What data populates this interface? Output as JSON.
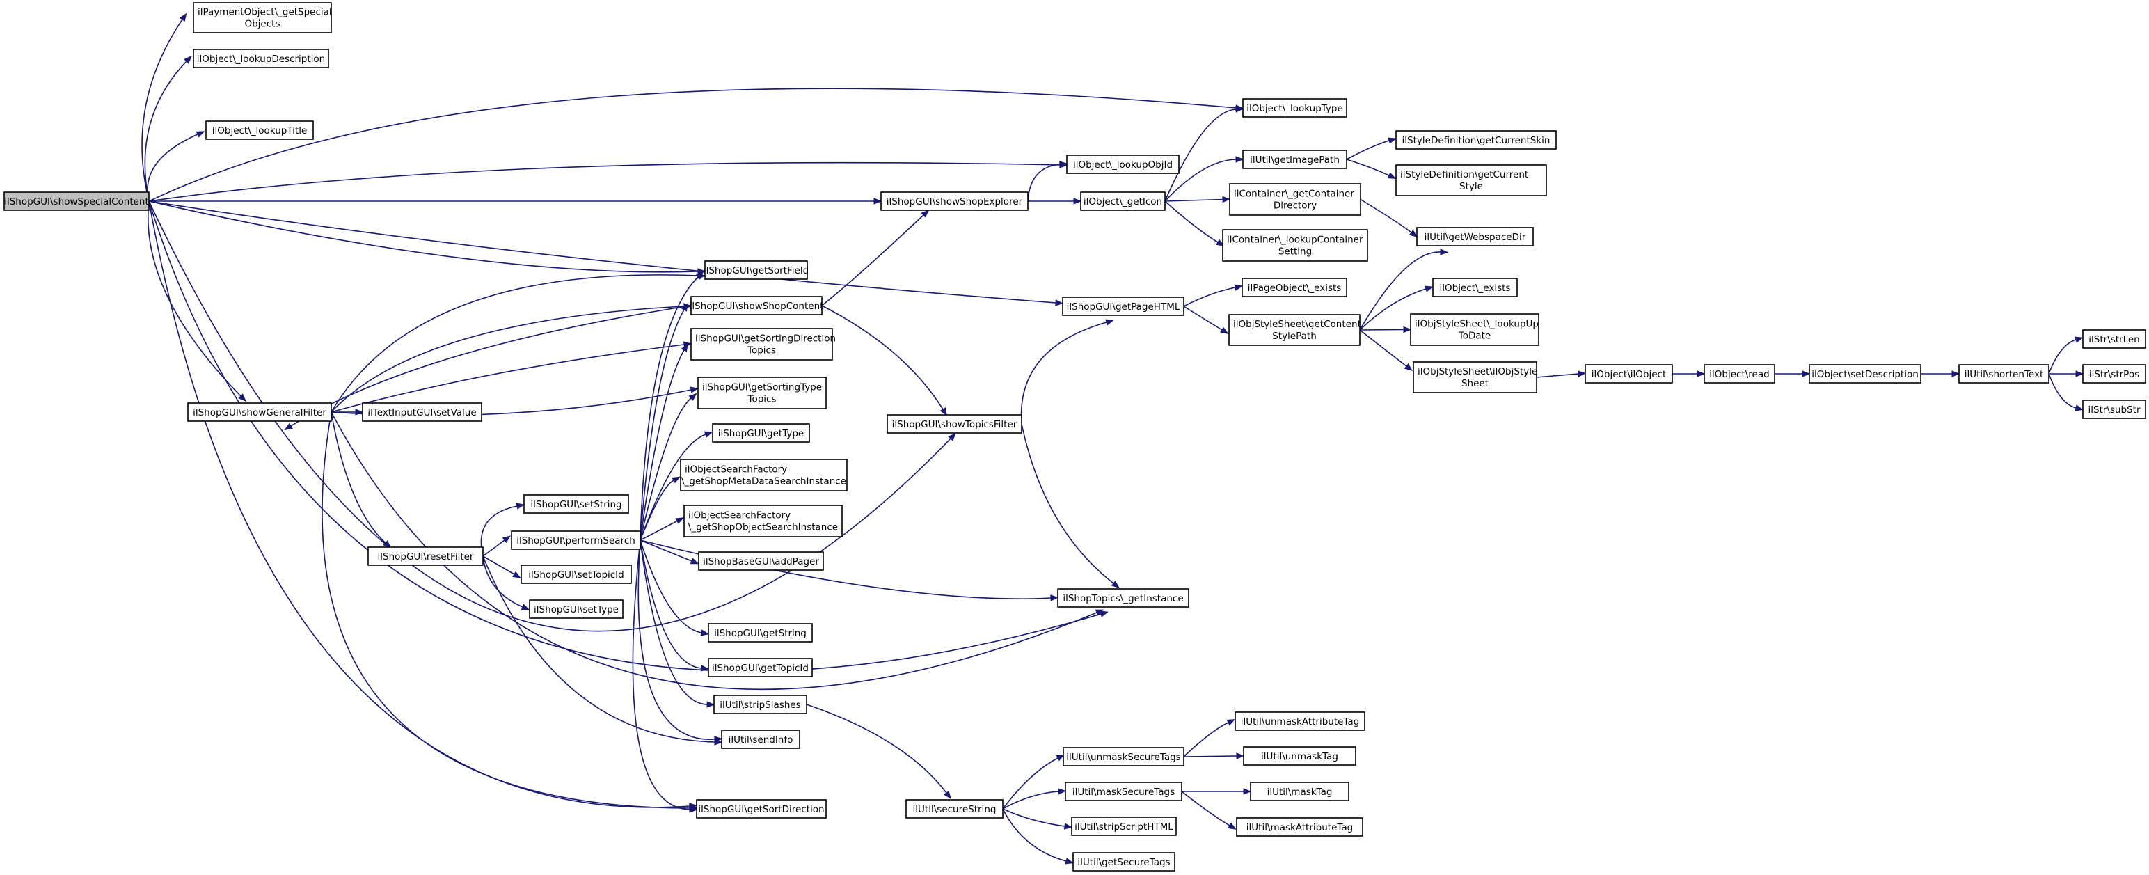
{
  "diagram": {
    "nodes": [
      {
        "id": "root",
        "label": [
          "ilShopGUI\\showSpecialContent"
        ]
      },
      {
        "id": "payget",
        "label": [
          "ilPaymentObject\\_getSpecial",
          "Objects"
        ]
      },
      {
        "id": "lookdesc",
        "label": [
          "ilObject\\_lookupDescription"
        ]
      },
      {
        "id": "looktitle",
        "label": [
          "ilObject\\_lookupTitle"
        ]
      },
      {
        "id": "looktype",
        "label": [
          "ilObject\\_lookupType"
        ]
      },
      {
        "id": "lookobjid",
        "label": [
          "ilObject\\_lookupObjId"
        ]
      },
      {
        "id": "shopexp",
        "label": [
          "ilShopGUI\\showShopExplorer"
        ]
      },
      {
        "id": "geticon",
        "label": [
          "ilObject\\_getIcon"
        ]
      },
      {
        "id": "imgpath",
        "label": [
          "ilUtil\\getImagePath"
        ]
      },
      {
        "id": "curskin",
        "label": [
          "ilStyleDefinition\\getCurrentSkin"
        ]
      },
      {
        "id": "curstyle",
        "label": [
          "ilStyleDefinition\\getCurrent",
          "Style"
        ]
      },
      {
        "id": "contdir",
        "label": [
          "ilContainer\\_getContainer",
          "Directory"
        ]
      },
      {
        "id": "contset",
        "label": [
          "ilContainer\\_lookupContainer",
          "Setting"
        ]
      },
      {
        "id": "webdir",
        "label": [
          "ilUtil\\getWebspaceDir"
        ]
      },
      {
        "id": "sortfield",
        "label": [
          "ilShopGUI\\getSortField"
        ]
      },
      {
        "id": "shopcontent",
        "label": [
          "ilShopGUI\\showShopContent"
        ]
      },
      {
        "id": "sortdirtop",
        "label": [
          "ilShopGUI\\getSortingDirection",
          "Topics"
        ]
      },
      {
        "id": "sorttypetop",
        "label": [
          "ilShopGUI\\getSortingType",
          "Topics"
        ]
      },
      {
        "id": "gettype",
        "label": [
          "ilShopGUI\\getType"
        ]
      },
      {
        "id": "metasearch",
        "label": [
          "ilObjectSearchFactory",
          "\\_getShopMetaDataSearchInstance"
        ]
      },
      {
        "id": "objsearch",
        "label": [
          "ilObjectSearchFactory",
          "\\_getShopObjectSearchInstance"
        ]
      },
      {
        "id": "addpager",
        "label": [
          "ilShopBaseGUI\\addPager"
        ]
      },
      {
        "id": "genfilter",
        "label": [
          "ilShopGUI\\showGeneralFilter"
        ]
      },
      {
        "id": "setvalue",
        "label": [
          "ilTextInputGUI\\setValue"
        ]
      },
      {
        "id": "setstring",
        "label": [
          "ilShopGUI\\setString"
        ]
      },
      {
        "id": "resetfilter",
        "label": [
          "ilShopGUI\\resetFilter"
        ]
      },
      {
        "id": "perfsearch",
        "label": [
          "ilShopGUI\\performSearch"
        ]
      },
      {
        "id": "settopicid",
        "label": [
          "ilShopGUI\\setTopicId"
        ]
      },
      {
        "id": "settype",
        "label": [
          "ilShopGUI\\setType"
        ]
      },
      {
        "id": "getstring",
        "label": [
          "ilShopGUI\\getString"
        ]
      },
      {
        "id": "gettopicid",
        "label": [
          "ilShopGUI\\getTopicId"
        ]
      },
      {
        "id": "stripslashes",
        "label": [
          "ilUtil\\stripSlashes"
        ]
      },
      {
        "id": "sendinfo",
        "label": [
          "ilUtil\\sendInfo"
        ]
      },
      {
        "id": "sortdir",
        "label": [
          "ilShopGUI\\getSortDirection"
        ]
      },
      {
        "id": "topicsfilter",
        "label": [
          "ilShopGUI\\showTopicsFilter"
        ]
      },
      {
        "id": "pagehtml",
        "label": [
          "ilShopGUI\\getPageHTML"
        ]
      },
      {
        "id": "pageexists",
        "label": [
          "ilPageObject\\_exists"
        ]
      },
      {
        "id": "contentstyle",
        "label": [
          "ilObjStyleSheet\\getContent",
          "StylePath"
        ]
      },
      {
        "id": "objexists",
        "label": [
          "ilObject\\_exists"
        ]
      },
      {
        "id": "lookuptodate",
        "label": [
          "ilObjStyleSheet\\_lookupUp",
          "ToDate"
        ]
      },
      {
        "id": "ilobjstyle",
        "label": [
          "ilObjStyleSheet\\ilObjStyle",
          "Sheet"
        ]
      },
      {
        "id": "ilobject",
        "label": [
          "ilObject\\ilObject"
        ]
      },
      {
        "id": "objread",
        "label": [
          "ilObject\\read"
        ]
      },
      {
        "id": "setdesc",
        "label": [
          "ilObject\\setDescription"
        ]
      },
      {
        "id": "shorten",
        "label": [
          "ilUtil\\shortenText"
        ]
      },
      {
        "id": "strlen",
        "label": [
          "ilStr\\strLen"
        ]
      },
      {
        "id": "strpos",
        "label": [
          "ilStr\\strPos"
        ]
      },
      {
        "id": "substr",
        "label": [
          "ilStr\\subStr"
        ]
      },
      {
        "id": "topicsinst",
        "label": [
          "ilShopTopics\\_getInstance"
        ]
      },
      {
        "id": "unmasksecure",
        "label": [
          "ilUtil\\unmaskSecureTags"
        ]
      },
      {
        "id": "unmaskattr",
        "label": [
          "ilUtil\\unmaskAttributeTag"
        ]
      },
      {
        "id": "unmasktag",
        "label": [
          "ilUtil\\unmaskTag"
        ]
      },
      {
        "id": "masksecure",
        "label": [
          "ilUtil\\maskSecureTags"
        ]
      },
      {
        "id": "masktag",
        "label": [
          "ilUtil\\maskTag"
        ]
      },
      {
        "id": "maskattr",
        "label": [
          "ilUtil\\maskAttributeTag"
        ]
      },
      {
        "id": "securestr",
        "label": [
          "ilUtil\\secureString"
        ]
      },
      {
        "id": "stripscript",
        "label": [
          "ilUtil\\stripScriptHTML"
        ]
      },
      {
        "id": "securetags",
        "label": [
          "ilUtil\\getSecureTags"
        ]
      }
    ],
    "edges": [
      [
        "root",
        "payget"
      ],
      [
        "root",
        "lookdesc"
      ],
      [
        "root",
        "looktitle"
      ],
      [
        "root",
        "looktype"
      ],
      [
        "root",
        "lookobjid"
      ],
      [
        "root",
        "shopexp"
      ],
      [
        "root",
        "pagehtml"
      ],
      [
        "root",
        "sortfield"
      ],
      [
        "root",
        "genfilter"
      ],
      [
        "root",
        "topicsinst"
      ],
      [
        "root",
        "sortdir"
      ],
      [
        "root",
        "topicsfilter"
      ],
      [
        "shopexp",
        "lookobjid"
      ],
      [
        "shopexp",
        "geticon"
      ],
      [
        "geticon",
        "looktype"
      ],
      [
        "geticon",
        "imgpath"
      ],
      [
        "geticon",
        "contdir"
      ],
      [
        "geticon",
        "contset"
      ],
      [
        "imgpath",
        "curskin"
      ],
      [
        "imgpath",
        "curstyle"
      ],
      [
        "contdir",
        "webdir"
      ],
      [
        "genfilter",
        "sortfield"
      ],
      [
        "genfilter",
        "shopcontent"
      ],
      [
        "genfilter",
        "sortdirtop"
      ],
      [
        "genfilter",
        "sorttypetop"
      ],
      [
        "genfilter",
        "setvalue"
      ],
      [
        "genfilter",
        "resetfilter"
      ],
      [
        "genfilter",
        "sortdir"
      ],
      [
        "genfilter",
        "topicsinst"
      ],
      [
        "shopcontent",
        "genfilter"
      ],
      [
        "shopcontent",
        "shopexp"
      ],
      [
        "shopcontent",
        "topicsfilter"
      ],
      [
        "resetfilter",
        "setstring"
      ],
      [
        "resetfilter",
        "perfsearch"
      ],
      [
        "resetfilter",
        "settopicid"
      ],
      [
        "resetfilter",
        "settype"
      ],
      [
        "resetfilter",
        "sendinfo"
      ],
      [
        "perfsearch",
        "sortfield"
      ],
      [
        "perfsearch",
        "shopcontent"
      ],
      [
        "perfsearch",
        "sortdirtop"
      ],
      [
        "perfsearch",
        "sorttypetop"
      ],
      [
        "perfsearch",
        "gettype"
      ],
      [
        "perfsearch",
        "metasearch"
      ],
      [
        "perfsearch",
        "objsearch"
      ],
      [
        "perfsearch",
        "addpager"
      ],
      [
        "perfsearch",
        "topicsinst"
      ],
      [
        "perfsearch",
        "getstring"
      ],
      [
        "perfsearch",
        "gettopicid"
      ],
      [
        "perfsearch",
        "stripslashes"
      ],
      [
        "perfsearch",
        "sendinfo"
      ],
      [
        "perfsearch",
        "sortdir"
      ],
      [
        "stripslashes",
        "securestr"
      ],
      [
        "topicsfilter",
        "pagehtml"
      ],
      [
        "topicsfilter",
        "topicsinst"
      ],
      [
        "pagehtml",
        "pageexists"
      ],
      [
        "pagehtml",
        "contentstyle"
      ],
      [
        "contentstyle",
        "webdir"
      ],
      [
        "contentstyle",
        "objexists"
      ],
      [
        "contentstyle",
        "lookuptodate"
      ],
      [
        "contentstyle",
        "ilobjstyle"
      ],
      [
        "ilobjstyle",
        "ilobject"
      ],
      [
        "ilobject",
        "objread"
      ],
      [
        "objread",
        "setdesc"
      ],
      [
        "setdesc",
        "shorten"
      ],
      [
        "shorten",
        "strlen"
      ],
      [
        "shorten",
        "strpos"
      ],
      [
        "shorten",
        "substr"
      ],
      [
        "securestr",
        "unmasksecure"
      ],
      [
        "securestr",
        "masksecure"
      ],
      [
        "securestr",
        "stripscript"
      ],
      [
        "securestr",
        "securetags"
      ],
      [
        "unmasksecure",
        "unmaskattr"
      ],
      [
        "unmasksecure",
        "unmasktag"
      ],
      [
        "masksecure",
        "masktag"
      ],
      [
        "masksecure",
        "maskattr"
      ]
    ]
  }
}
